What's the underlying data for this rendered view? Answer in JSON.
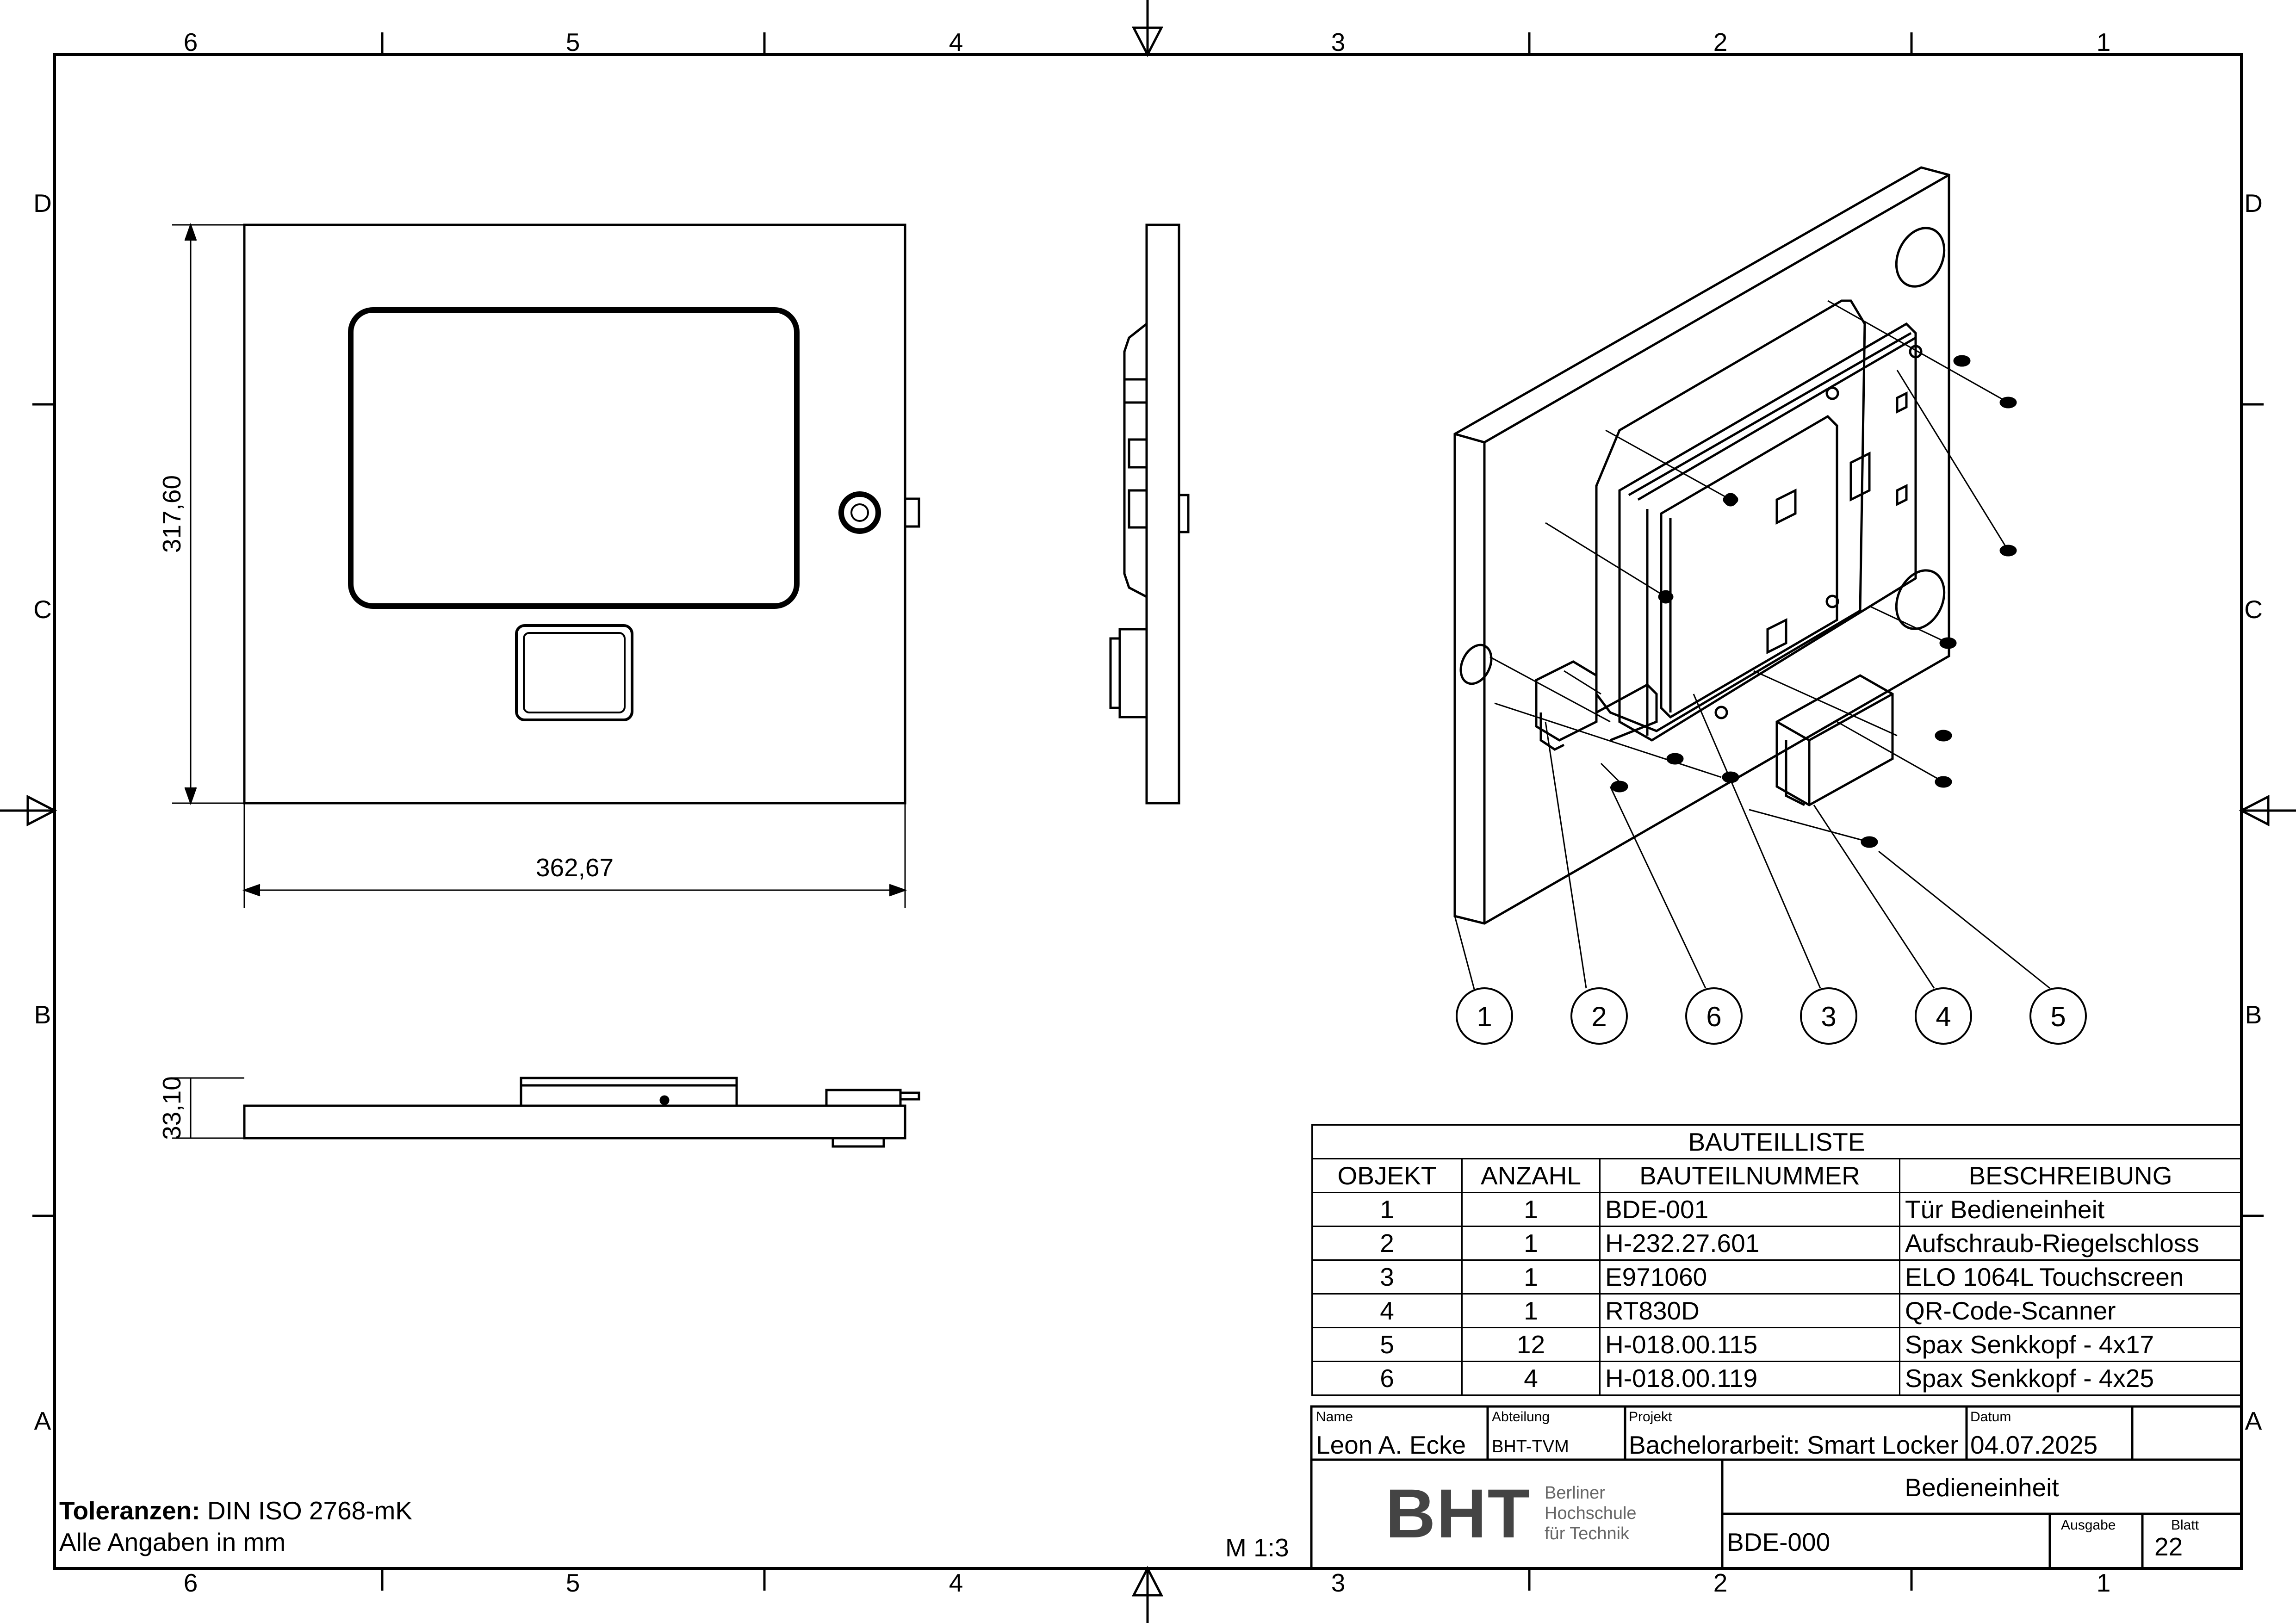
{
  "zones": {
    "top": [
      "6",
      "5",
      "4",
      "3",
      "2",
      "1"
    ],
    "bottom": [
      "6",
      "5",
      "4",
      "3",
      "2",
      "1"
    ],
    "left": [
      "D",
      "C",
      "B",
      "A"
    ],
    "right": [
      "D",
      "C",
      "B",
      "A"
    ]
  },
  "dimensions": {
    "height": "317,60",
    "width": "362,67",
    "depth": "33,10"
  },
  "balloons": [
    "1",
    "2",
    "6",
    "3",
    "4",
    "5"
  ],
  "bom": {
    "title": "BAUTEILLISTE",
    "headers": [
      "OBJEKT",
      "ANZAHL",
      "BAUTEILNUMMER",
      "BESCHREIBUNG"
    ],
    "rows": [
      [
        "1",
        "1",
        "BDE-001",
        "Tür Bedieneinheit"
      ],
      [
        "2",
        "1",
        "H-232.27.601",
        "Aufschraub-Riegelschloss"
      ],
      [
        "3",
        "1",
        "E971060",
        "ELO 1064L Touchscreen"
      ],
      [
        "4",
        "1",
        "RT830D",
        "QR-Code-Scanner"
      ],
      [
        "5",
        "12",
        "H-018.00.115",
        "Spax Senkkopf - 4x17"
      ],
      [
        "6",
        "4",
        "H-018.00.119",
        "Spax Senkkopf - 4x25"
      ]
    ]
  },
  "title_block": {
    "name_label": "Name",
    "name": "Leon A. Ecke",
    "dept_label": "Abteilung",
    "dept": "BHT-TVM",
    "project_label": "Projekt",
    "project": "Bachelorarbeit: Smart Locker",
    "date_label": "Datum",
    "date": "04.07.2025",
    "logo_text": "BHT",
    "logo_sub": [
      "Berliner",
      "Hochschule",
      "für Technik"
    ],
    "drawing_title": "Bedieneinheit",
    "drawing_number": "BDE-000",
    "issue_label": "Ausgabe",
    "issue": "",
    "sheet_label": "Blatt",
    "sheet": "22"
  },
  "notes": {
    "tolerance_label": "Toleranzen:",
    "tolerance_value": " DIN ISO 2768-mK",
    "units": "Alle Angaben in mm",
    "scale": "M 1:3"
  }
}
